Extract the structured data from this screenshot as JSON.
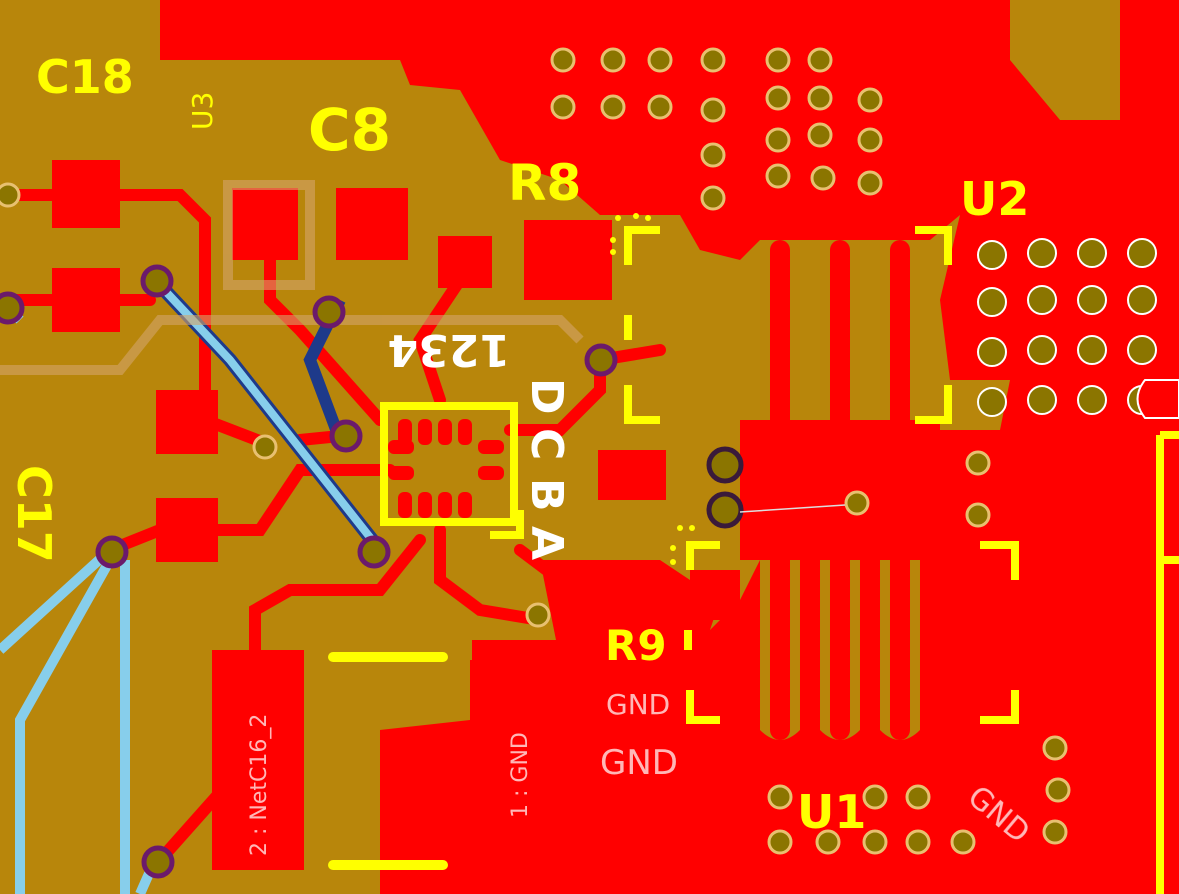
{
  "colors": {
    "background": "#b8860b",
    "copper": "#ff0000",
    "silkscreen": "#ffff00",
    "via": "#8b7500",
    "via_ring": "#ffffff",
    "bottom_trace": "#87ceeb",
    "bottom_trace_dark": "#1e3a8a",
    "net_label": "#ffffff"
  },
  "designators": {
    "c18": "C18",
    "u3": "U3",
    "c8": "C8",
    "r8": "R8",
    "u2": "U2",
    "c17": "C17",
    "r9": "R9",
    "u1": "U1"
  },
  "pin_labels": {
    "pins_1234": "1234",
    "pin_d": "D",
    "pin_c": "C",
    "pin_b": "B",
    "pin_a": "A"
  },
  "net_labels": {
    "gnd_1": "GND",
    "gnd_2": "GND",
    "gnd_3": "GND",
    "pad_gnd": "1 : GND",
    "pad_netc16": "2 : NetC16_2"
  }
}
